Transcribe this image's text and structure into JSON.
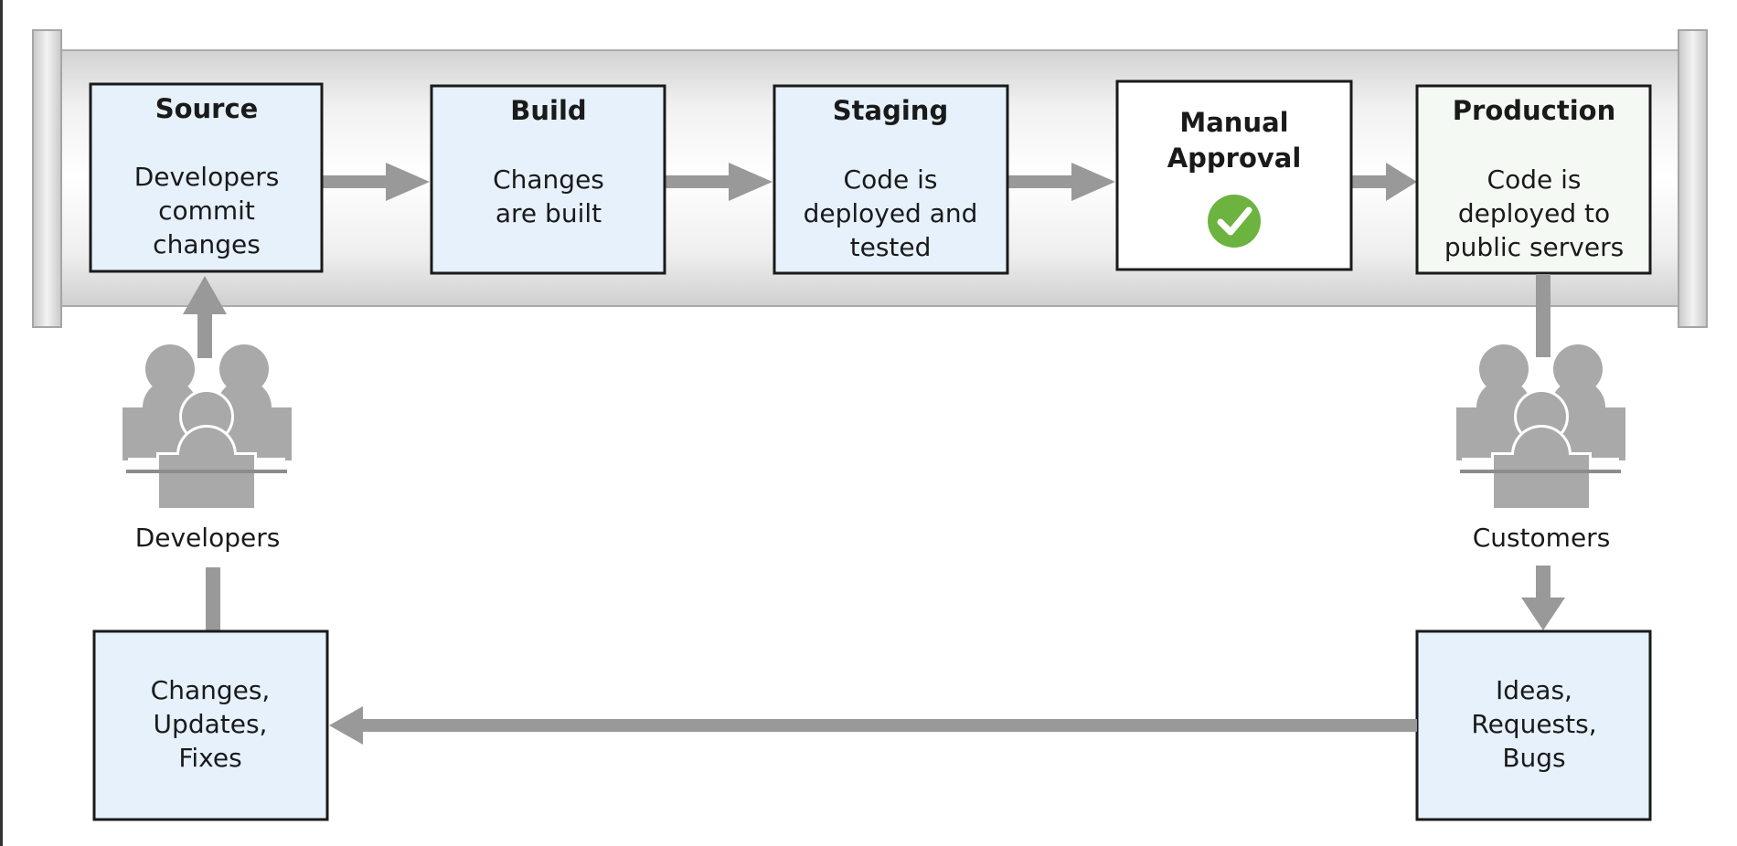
{
  "stages": [
    {
      "title": "Source",
      "lines": [
        "Developers",
        "commit",
        "changes"
      ]
    },
    {
      "title": "Build",
      "lines": [
        "Changes",
        "are built"
      ]
    },
    {
      "title": "Staging",
      "lines": [
        "Code is",
        "deployed and",
        "tested"
      ]
    },
    {
      "title_lines": [
        "Manual",
        "Approval"
      ],
      "status": "check-icon"
    },
    {
      "title": "Production",
      "lines": [
        "Code is",
        "deployed to",
        "public servers"
      ]
    }
  ],
  "groups": {
    "developers": "Developers",
    "customers": "Customers"
  },
  "feedback": {
    "changes": [
      "Changes,",
      "Updates,",
      "Fixes"
    ],
    "ideas": [
      "Ideas,",
      "Requests,",
      "Bugs"
    ]
  },
  "colors": {
    "box_fill": "#e6f1fb",
    "production_fill": "#f4faf3",
    "approval_fill": "#ffffff",
    "border": "#1a1a1a",
    "arrow": "#999999",
    "people": "#a9a9a9",
    "check": "#6cb33f"
  }
}
